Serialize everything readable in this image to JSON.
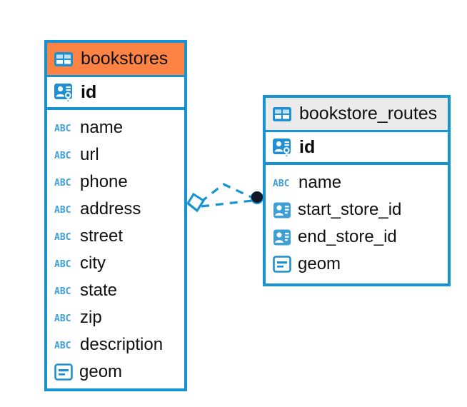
{
  "diagram": {
    "type": "entity-relationship-diagram",
    "background_color": "#ffffff",
    "accent_color": "#1593d3",
    "highlight_color": "#fd8345",
    "neutral_header_color": "#ebebeb"
  },
  "entities": [
    {
      "name": "bookstores",
      "header_style": "orange",
      "header_icon": "table-icon",
      "primary_key": {
        "label": "id",
        "icon": "primary-key-icon"
      },
      "fields": [
        {
          "label": "name",
          "icon": "abc-text-type-icon"
        },
        {
          "label": "url",
          "icon": "abc-text-type-icon"
        },
        {
          "label": "phone",
          "icon": "abc-text-type-icon"
        },
        {
          "label": "address",
          "icon": "abc-text-type-icon"
        },
        {
          "label": "street",
          "icon": "abc-text-type-icon"
        },
        {
          "label": "city",
          "icon": "abc-text-type-icon"
        },
        {
          "label": "state",
          "icon": "abc-text-type-icon"
        },
        {
          "label": "zip",
          "icon": "abc-text-type-icon"
        },
        {
          "label": "description",
          "icon": "abc-text-type-icon"
        },
        {
          "label": "geom",
          "icon": "geometry-type-icon"
        }
      ]
    },
    {
      "name": "bookstore_routes",
      "header_style": "gray",
      "header_icon": "table-icon",
      "primary_key": {
        "label": "id",
        "icon": "primary-key-icon"
      },
      "fields": [
        {
          "label": "name",
          "icon": "abc-text-type-icon"
        },
        {
          "label": "start_store_id",
          "icon": "foreign-key-icon"
        },
        {
          "label": "end_store_id",
          "icon": "foreign-key-icon"
        },
        {
          "label": "geom",
          "icon": "geometry-type-icon"
        }
      ]
    }
  ],
  "relationship": {
    "line_style": "dashed",
    "line_color": "#1593d3",
    "source_endpoint": "crows-foot-diamond",
    "target_endpoint": "filled-circle",
    "target_endpoint_color": "#111827"
  }
}
